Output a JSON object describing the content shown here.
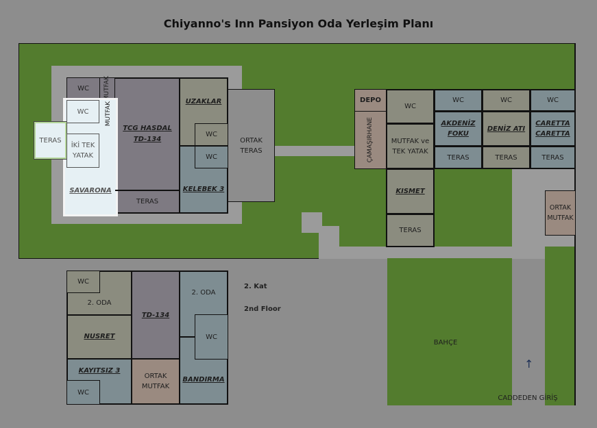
{
  "title": "Chiyanno's Inn Pansiyon Oda Yerleşim Planı",
  "ground_floor": {
    "savarona": {
      "wc_top": "WC",
      "mutfak_top": "MUTFAK",
      "wc": "WC",
      "mutfak": "MUTFAK",
      "teras": "TERAS",
      "bed": "İKİ TEK YATAK",
      "name": "SAVARONA"
    },
    "tcg_hasdal": {
      "name_line1": "TCG HASDAL",
      "name_line2": "TD-134",
      "teras": "TERAS"
    },
    "uzaklar": {
      "name": "UZAKLAR",
      "wc": "WC"
    },
    "kelebek": {
      "name": "KELEBEK 3",
      "wc": "WC"
    },
    "ortak_teras": "ORTAK TERAS",
    "depo": "DEPO",
    "camasirhane": "ÇAMAŞIRHANE",
    "kismet": {
      "wc": "WC",
      "mutfak": "MUTFAK ve TEK YATAK",
      "name": "KISMET",
      "teras": "TERAS"
    },
    "akdeniz": {
      "wc": "WC",
      "name": "AKDENİZ FOKU",
      "teras": "TERAS"
    },
    "deniz_ati": {
      "wc": "WC",
      "name": "DENİZ ATI",
      "teras": "TERAS"
    },
    "caretta": {
      "wc": "WC",
      "name": "CARETTA CARETTA",
      "teras": "TERAS"
    },
    "ortak_mutfak": "ORTAK MUTFAK",
    "bahce": "BAHÇE",
    "entrance": "CADDEDEN GİRİŞ"
  },
  "second_floor": {
    "label_tr": "2. Kat",
    "label_en": "2nd Floor",
    "nusret": {
      "wc": "WC",
      "oda2": "2. ODA",
      "name": "NUSRET"
    },
    "kayitsiz": {
      "name": "KAYITSIZ 3",
      "wc": "WC"
    },
    "td134": {
      "name": "TD-134"
    },
    "ortak_mutfak": "ORTAK MUTFAK",
    "bandirma": {
      "oda2": "2. ODA",
      "wc": "WC",
      "name": "BANDIRMA"
    }
  }
}
